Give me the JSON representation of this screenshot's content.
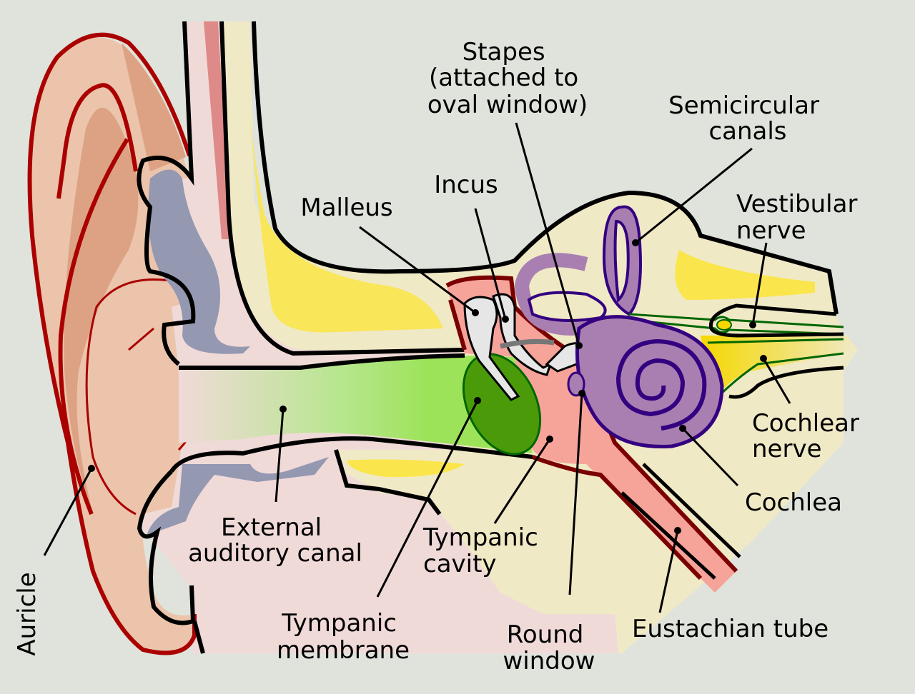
{
  "colors": {
    "background": "#dfe3dc",
    "bone": "#f0e9c6",
    "tissue": "#f0dad8",
    "auricle_skin": "#ebc4ab",
    "auricle_outline": "#aa0000",
    "cartilage": "#9498b0",
    "canal": "#9de35a",
    "tympanic_membrane": "#4a9a0a",
    "cochlea": "#a97fb1",
    "cochlea_outline": "#330080",
    "nerve": "#006600",
    "fat_yellow": "#fae64c",
    "cavity": "#f6a39a"
  },
  "labels": {
    "stapes": [
      "Stapes",
      "(attached to",
      "oval window)"
    ],
    "semicircular_canals": [
      "Semicircular",
      "canals"
    ],
    "incus": [
      "Incus"
    ],
    "malleus": [
      "Malleus"
    ],
    "vestibular_nerve": [
      "Vestibular",
      "nerve"
    ],
    "cochlear_nerve": [
      "Cochlear",
      "nerve"
    ],
    "cochlea": [
      "Cochlea"
    ],
    "external_auditory_canal": [
      "External",
      "auditory canal"
    ],
    "tympanic_cavity": [
      "Tympanic",
      "cavity"
    ],
    "tympanic_membrane": [
      "Tympanic",
      "membrane"
    ],
    "round_window": [
      "Round",
      "window"
    ],
    "eustachian_tube": [
      "Eustachian tube"
    ],
    "auricle": [
      "Auricle"
    ]
  }
}
